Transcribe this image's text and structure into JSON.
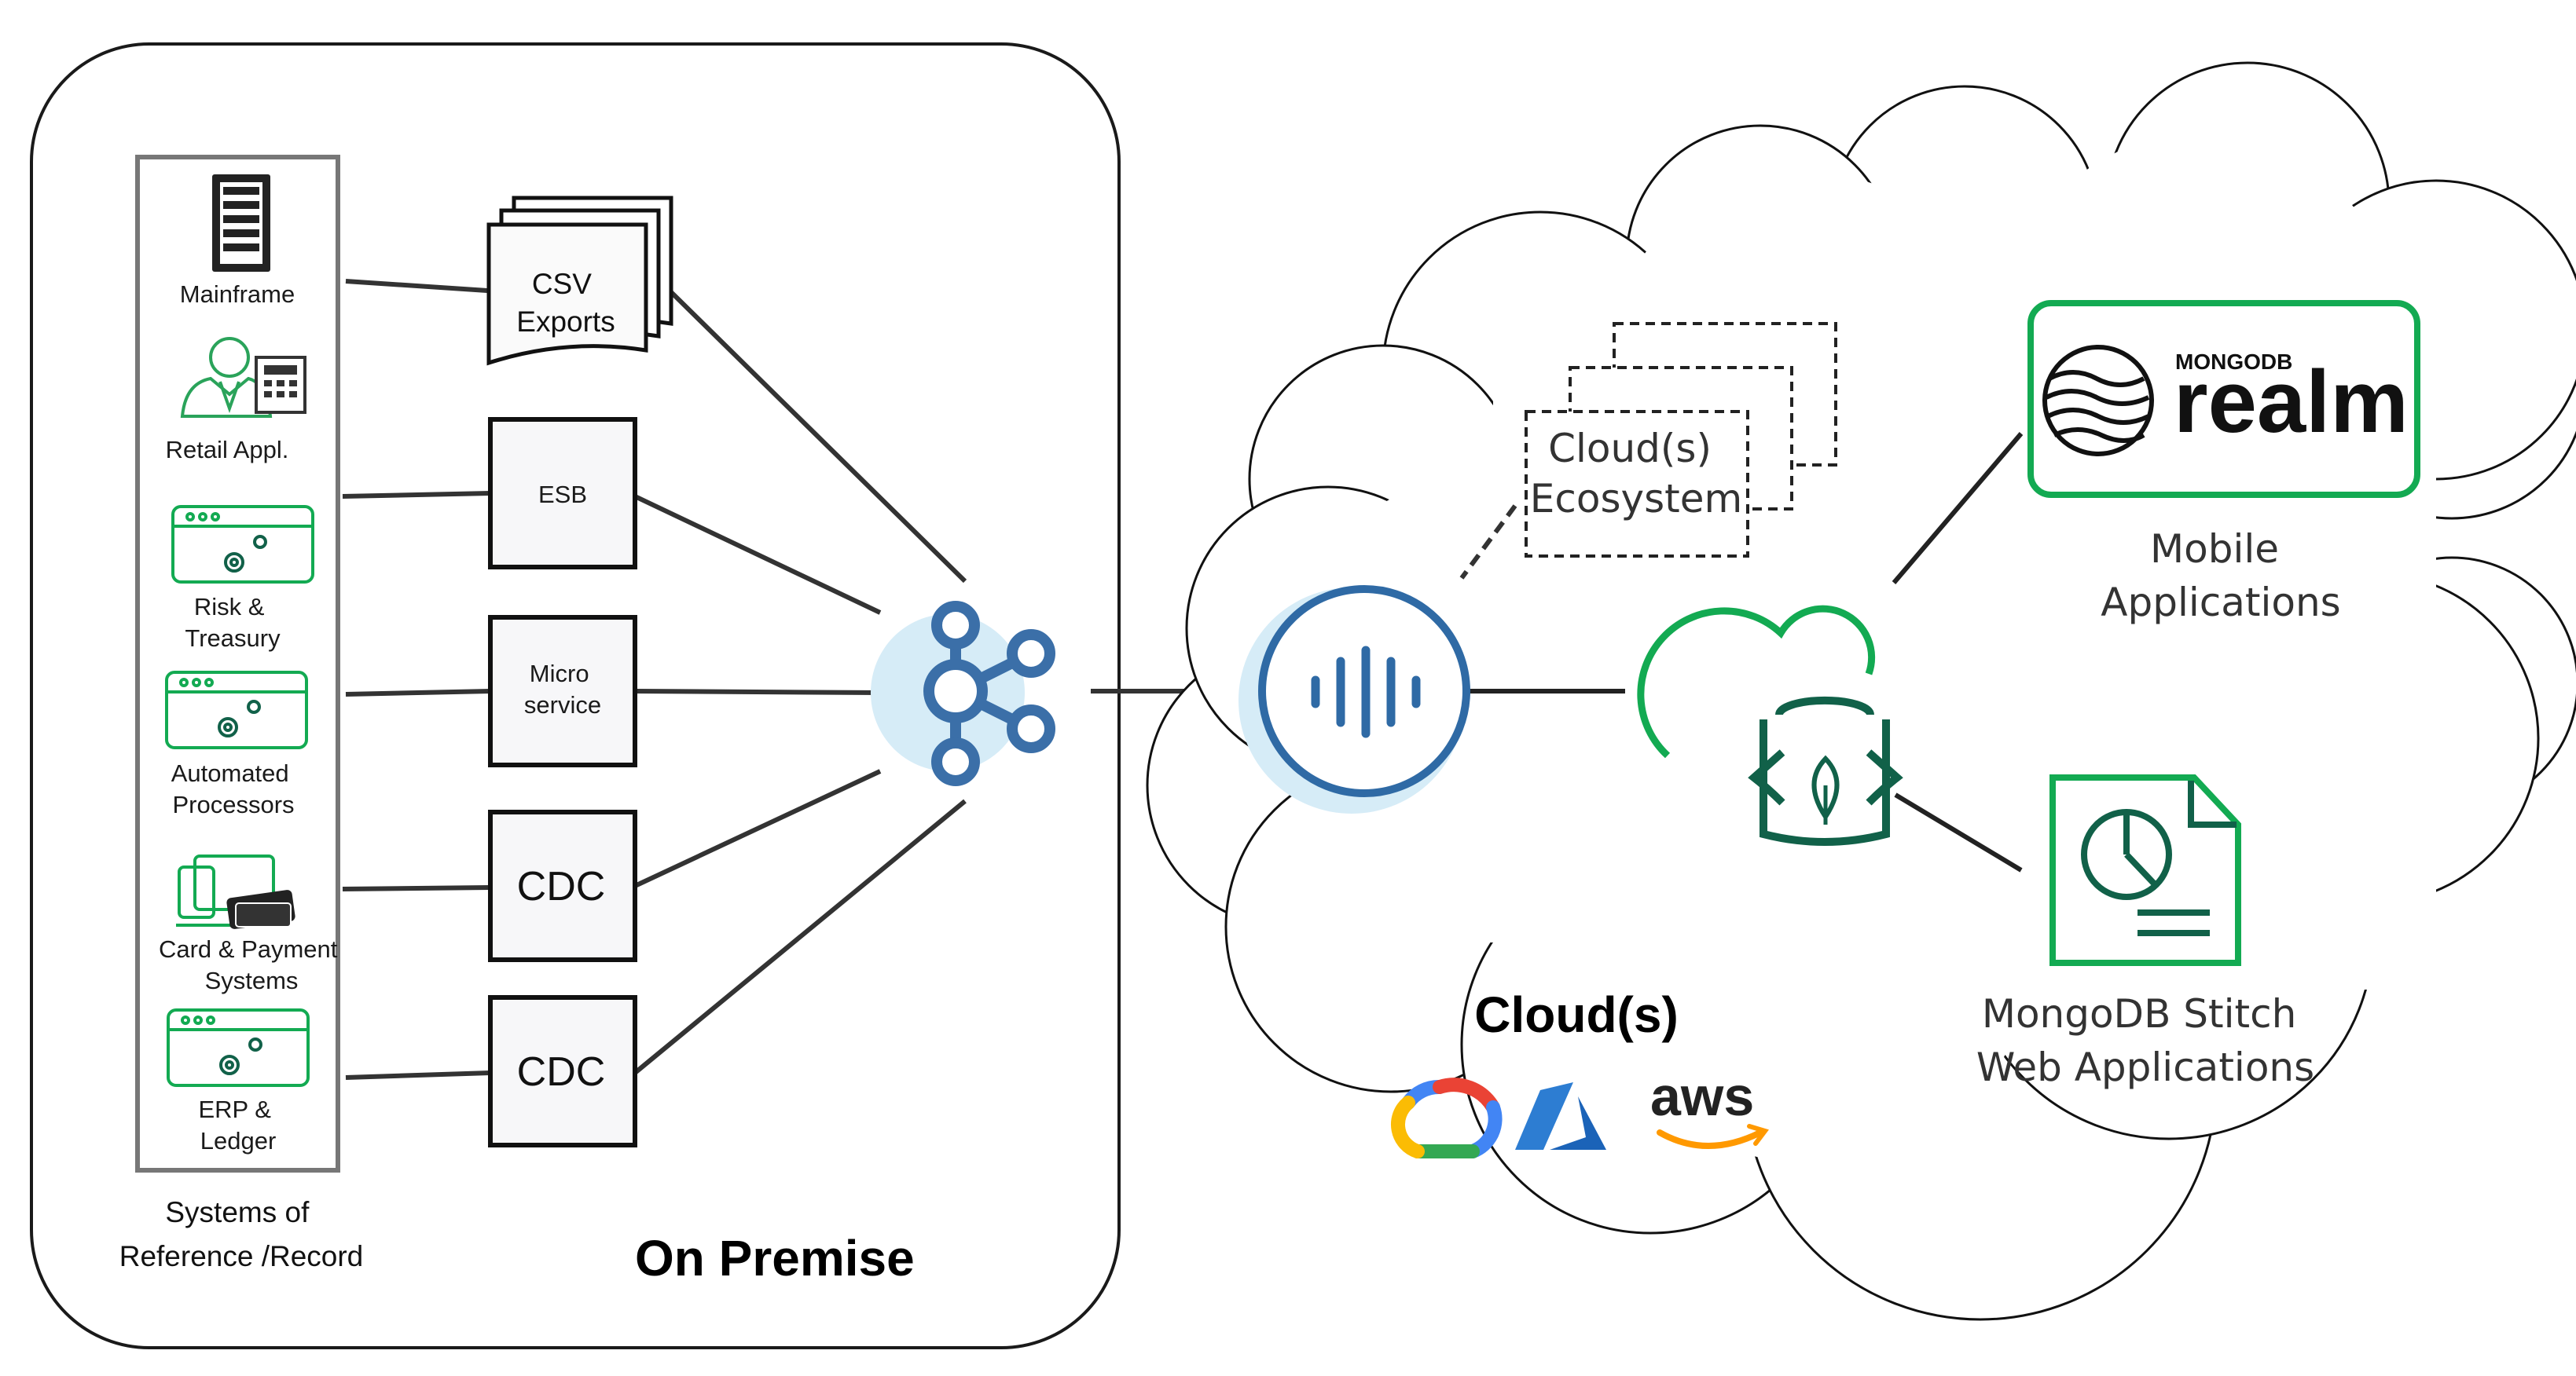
{
  "on_premise": {
    "title": "On Premise",
    "systems_caption": [
      "Systems of",
      "Reference /Record"
    ],
    "systems": [
      {
        "lines": [
          "Mainframe"
        ],
        "icon": "server-rack-icon"
      },
      {
        "lines": [
          "Retail Appl."
        ],
        "icon": "retail-clerk-icon"
      },
      {
        "lines": [
          "Risk &",
          "Treasury"
        ],
        "icon": "app-window-gears-icon"
      },
      {
        "lines": [
          "Automated",
          "Processors"
        ],
        "icon": "app-window-gears-icon"
      },
      {
        "lines": [
          "Card & Payment",
          "Systems"
        ],
        "icon": "card-payment-icon"
      },
      {
        "lines": [
          "ERP &",
          "Ledger"
        ],
        "icon": "app-window-gears-icon"
      }
    ],
    "integrations": [
      {
        "lines": [
          "CSV",
          "Exports"
        ]
      },
      {
        "lines": [
          "ESB"
        ]
      },
      {
        "lines": [
          "Micro",
          "service"
        ]
      },
      {
        "lines": [
          "CDC"
        ]
      },
      {
        "lines": [
          "CDC"
        ]
      }
    ],
    "hub_icon": "kafka-icon"
  },
  "cloud": {
    "title": "Cloud(s)",
    "ecosystem_lines": [
      "Cloud(s)",
      "Ecosystem"
    ],
    "connector_icon": "audio-wave-connector-icon",
    "atlas_icon": "mongodb-atlas-cloud-icon",
    "providers": [
      "google-cloud-logo",
      "azure-logo",
      "aws-logo"
    ],
    "aws_text": "aws",
    "realm": {
      "brand_small": "MONGODB",
      "brand_large": "realm",
      "caption": [
        "Mobile",
        "Applications"
      ]
    },
    "stitch": {
      "caption": [
        "MongoDB Stitch",
        "Web Applications"
      ],
      "icon": "document-chart-icon"
    }
  },
  "colors": {
    "green": "#13aa52",
    "dark_green": "#116149",
    "kafka_blue": "#3b6fa8",
    "light_blue": "#d6ecf7"
  }
}
